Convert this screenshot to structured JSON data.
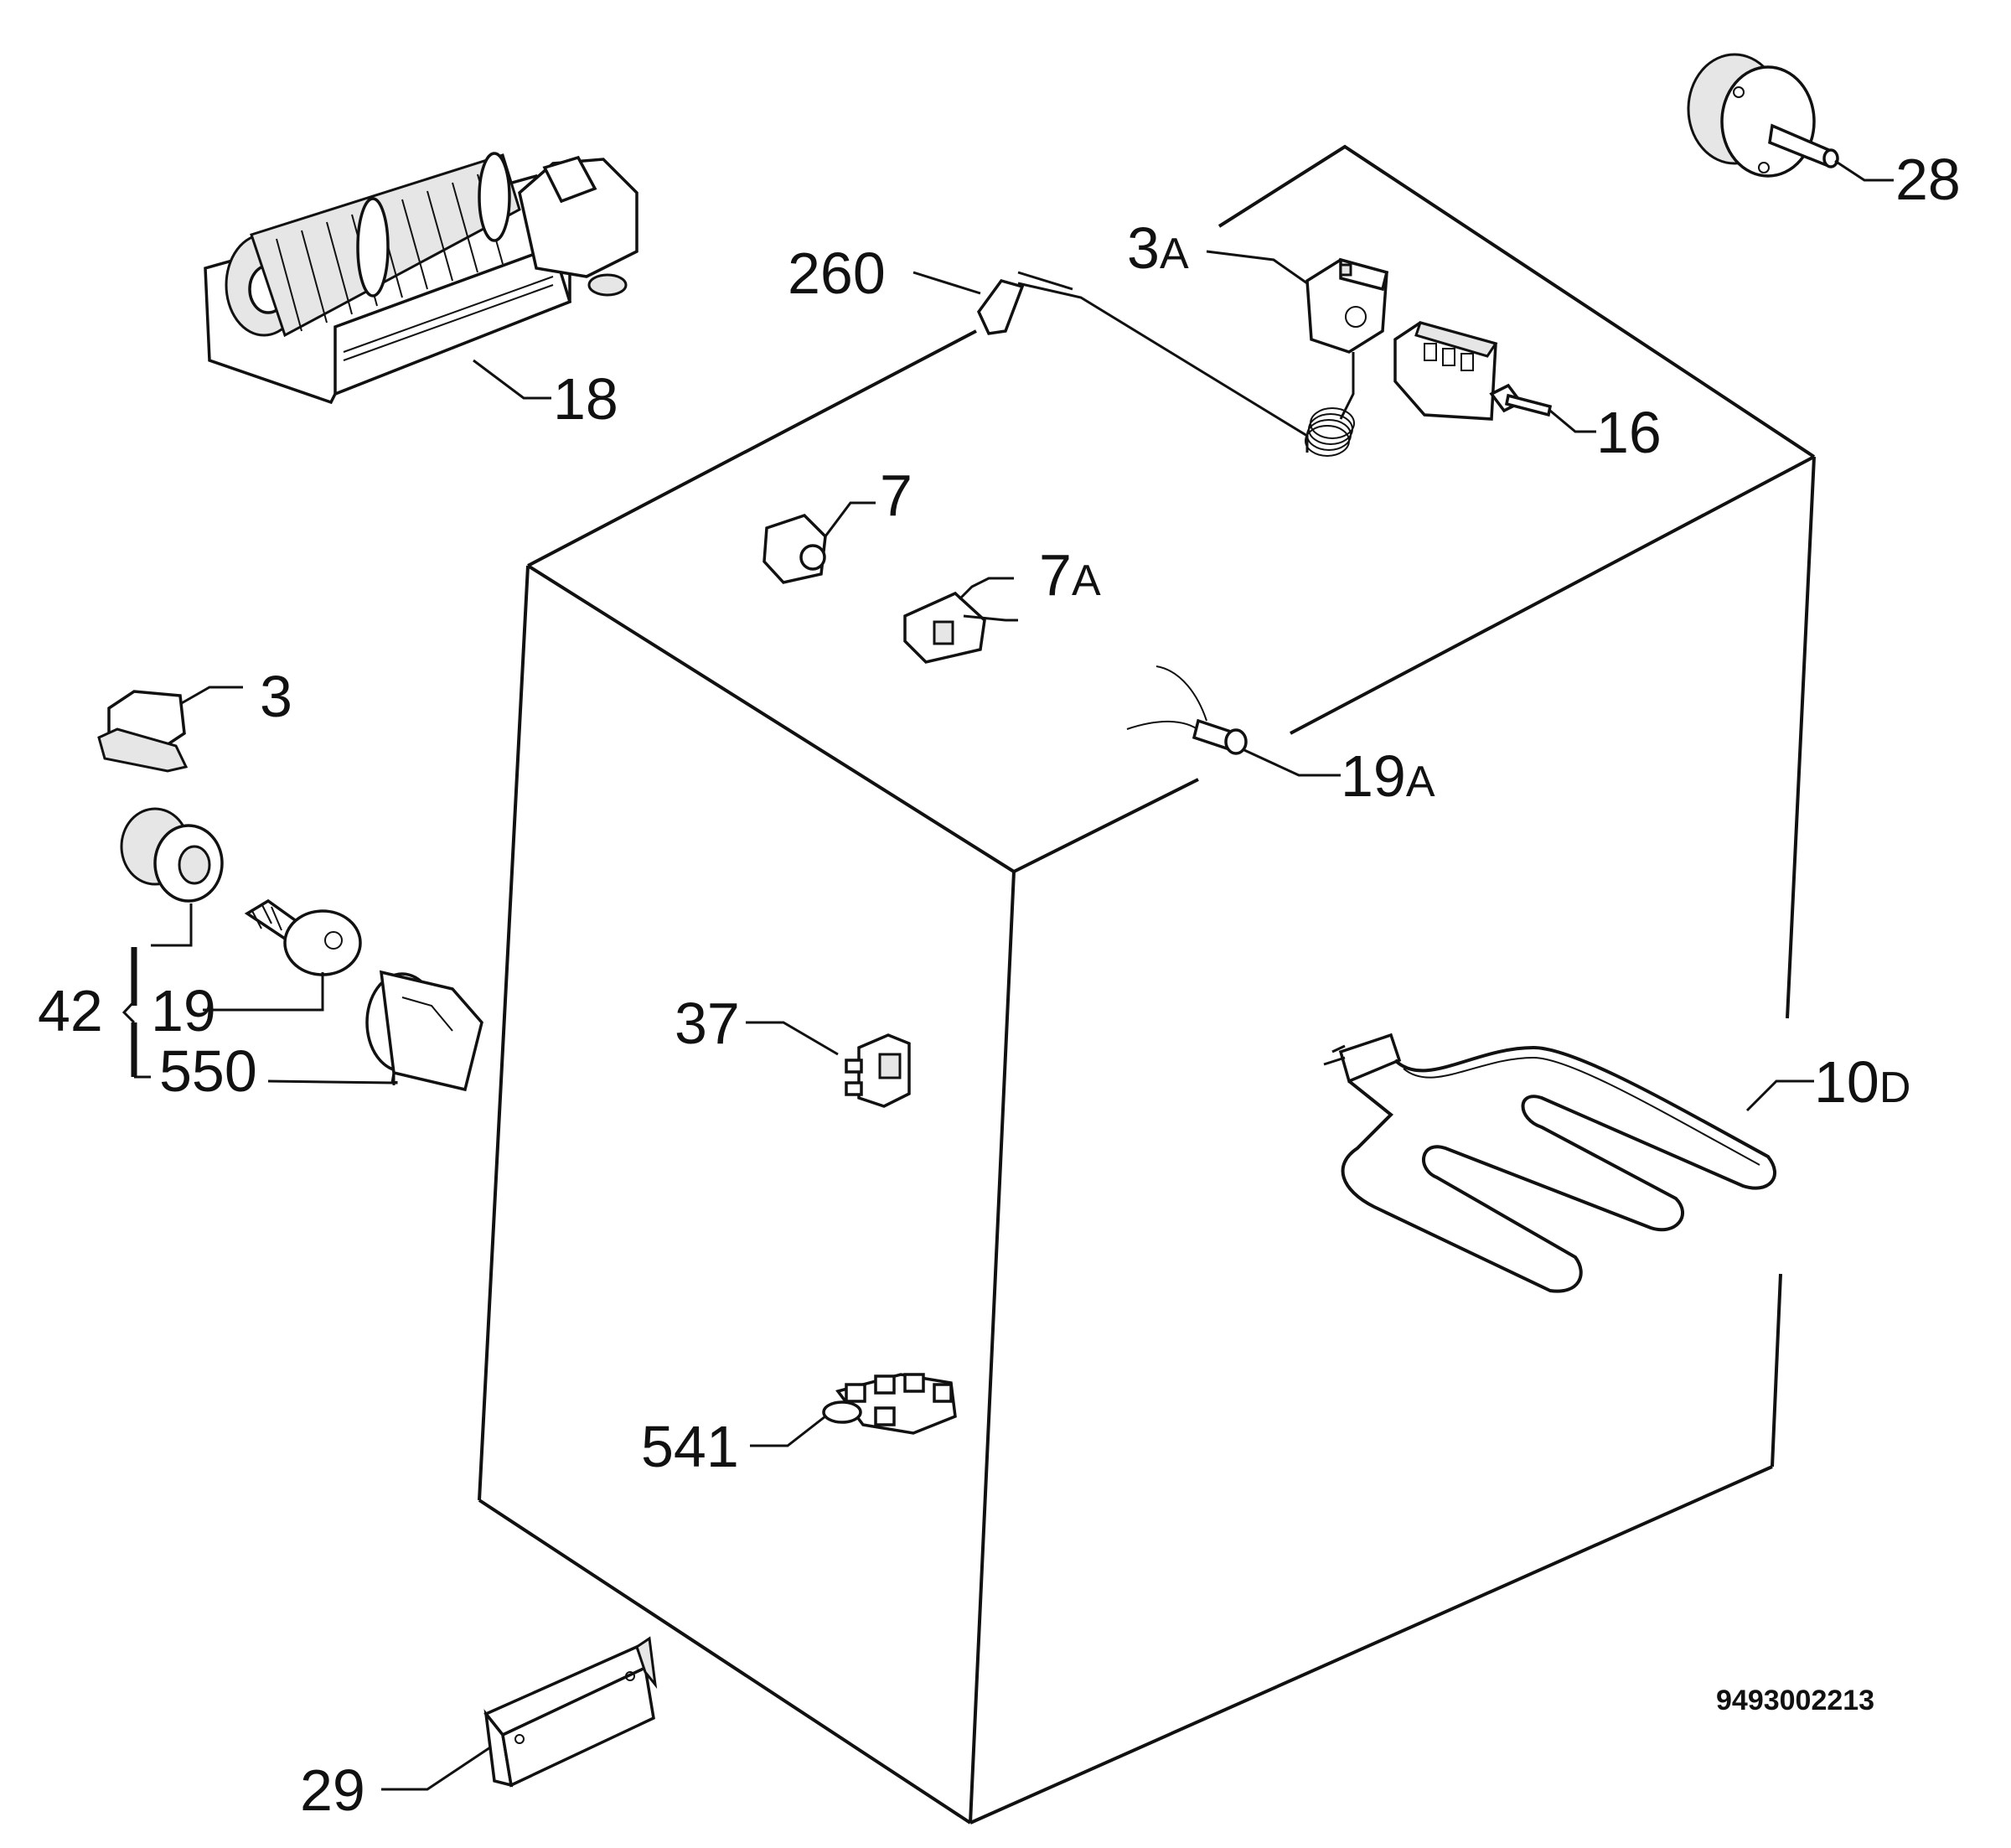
{
  "document_code": "9493002213",
  "labels": {
    "fan_motor": "18",
    "thermostat": "3A",
    "probe": "260",
    "selector_switch": "16",
    "knob": "28",
    "terminal": "7",
    "switch_7a_num": "7",
    "switch_7a_suffix": "A",
    "thermostat_num": "3",
    "thermostat_suffix": "A",
    "safety_thermostat": "3",
    "sensor_19a_num": "19",
    "sensor_19a_suffix": "A",
    "lamp_group": "42",
    "lamp": "19",
    "lamp_cover": "550",
    "connector": "37",
    "heating_element_num": "10",
    "heating_element_suffix": "D",
    "terminal_block": "541",
    "bracket": "29"
  }
}
